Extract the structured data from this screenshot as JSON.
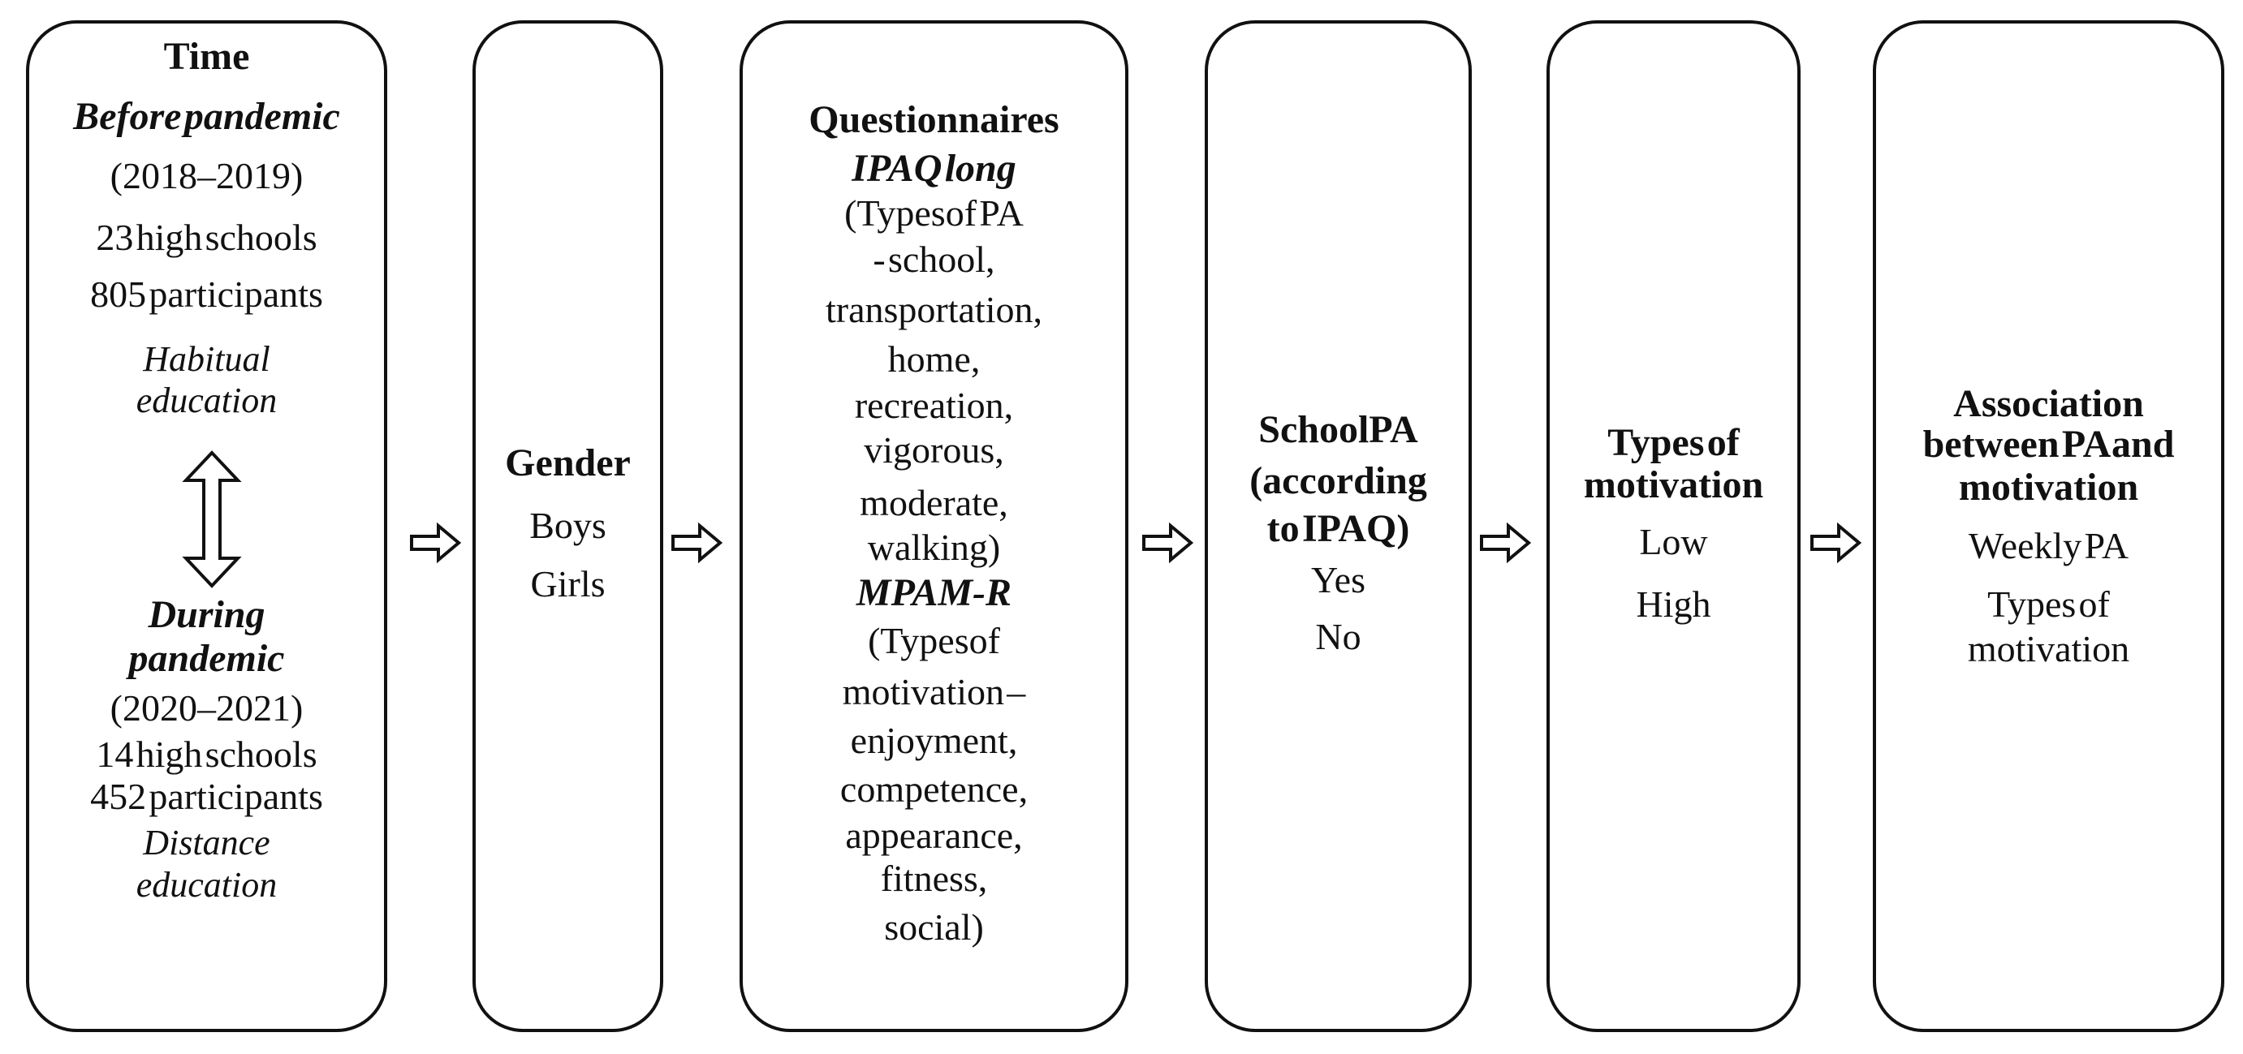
{
  "figure_title": "Study design flow diagram",
  "colors": {
    "ink": "#111111",
    "background": "#ffffff"
  },
  "icons": {
    "flow_arrow": "right-arrow-icon",
    "time_link_arrow": "up-down-arrow-icon"
  },
  "boxes": [
    {
      "id": "time",
      "lines": [
        "Time",
        "Before pandemic",
        "(2018–2019)",
        "23 high schools",
        "805 participants",
        "Habitual",
        "education",
        "During",
        "pandemic",
        "(2020–2021)",
        "14 high schools",
        "452 participants",
        "Distance",
        "education"
      ]
    },
    {
      "id": "gender",
      "lines": [
        "Gender",
        "Boys",
        "Girls"
      ]
    },
    {
      "id": "questionnaires",
      "lines": [
        "Questionnaires",
        "IPAQ long",
        "(Typesof PA",
        "- school,",
        "transportation,",
        "home,",
        "recreation,",
        "vigorous,",
        "moderate,",
        "walking)",
        "MPAM-R",
        "(Typesof",
        "motivation –",
        "enjoyment,",
        "competence,",
        "appearance,",
        "fitness,",
        "social)"
      ]
    },
    {
      "id": "school-pa",
      "lines": [
        "SchoolPA",
        "(according",
        "to IPAQ)",
        "Yes",
        "No"
      ]
    },
    {
      "id": "types-of-motivation",
      "lines": [
        "Types of",
        "motivation",
        "Low",
        "High"
      ]
    },
    {
      "id": "association",
      "lines": [
        "Association",
        "between PA and",
        "motivation",
        "Weekly PA",
        "Types of",
        "motivation"
      ]
    }
  ]
}
